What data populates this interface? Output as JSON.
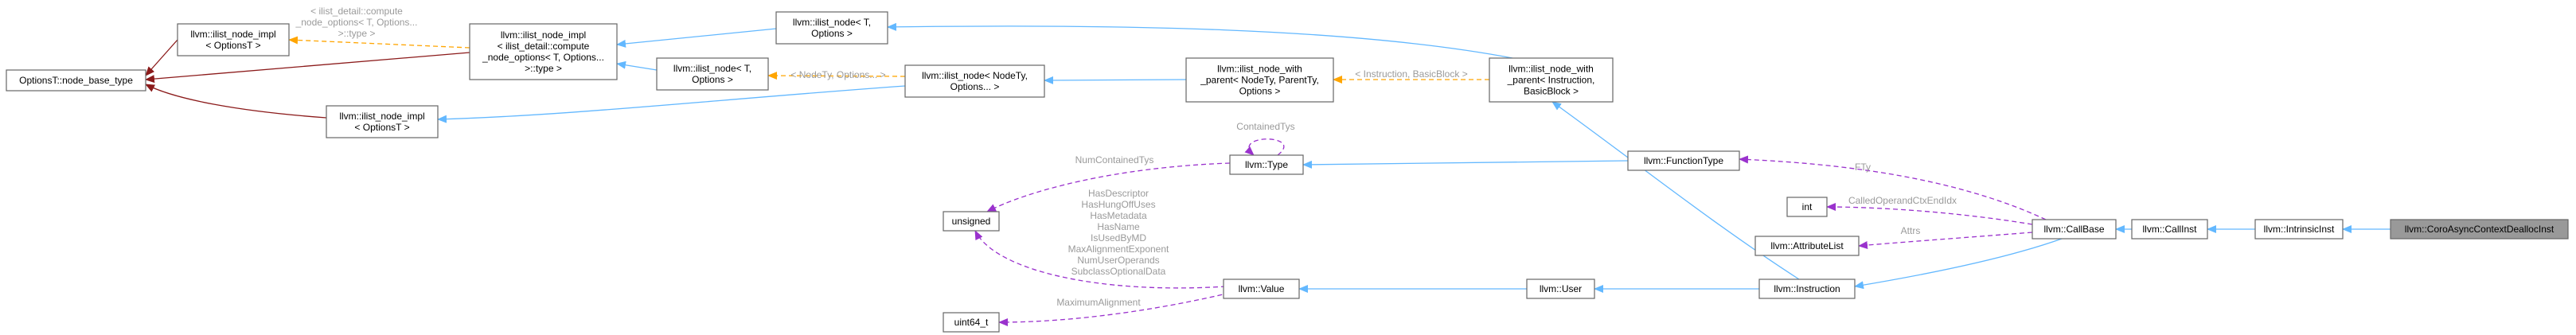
{
  "colors": {
    "inheritance": "#63b8ff",
    "private_inheritance": "#8b1a1a",
    "template": "#ffa500",
    "usage": "#9a32cd",
    "highlight_fill": "#999999"
  },
  "nodes": {
    "options_base": [
      "OptionsT::node_base_type"
    ],
    "ilist_impl_top": [
      "llvm::ilist_node_impl",
      "< OptionsT >"
    ],
    "ilist_impl_compute": [
      "llvm::ilist_node_impl",
      "< ilist_detail::compute",
      "_node_options< T, Options...",
      ">::type >"
    ],
    "ilist_impl_bottom": [
      "llvm::ilist_node_impl",
      "< OptionsT >"
    ],
    "ilist_node_top": [
      "llvm::ilist_node< T,",
      "Options >"
    ],
    "ilist_node_mid": [
      "llvm::ilist_node< T,",
      "Options >"
    ],
    "ilist_node_nodety": [
      "llvm::ilist_node< NodeTy,",
      "Options... >"
    ],
    "with_parent_generic": [
      "llvm::ilist_node_with",
      "_parent< NodeTy, ParentTy,",
      "Options >"
    ],
    "with_parent_inst": [
      "llvm::ilist_node_with",
      "_parent< Instruction,",
      "BasicBlock >"
    ],
    "type": [
      "llvm::Type"
    ],
    "unsigned": [
      "unsigned"
    ],
    "uint64": [
      "uint64_t"
    ],
    "value": [
      "llvm::Value"
    ],
    "user": [
      "llvm::User"
    ],
    "instruction": [
      "llvm::Instruction"
    ],
    "function_type": [
      "llvm::FunctionType"
    ],
    "int": [
      "int"
    ],
    "attribute_list": [
      "llvm::AttributeList"
    ],
    "call_base": [
      "llvm::CallBase"
    ],
    "call_inst": [
      "llvm::CallInst"
    ],
    "intrinsic_inst": [
      "llvm::IntrinsicInst"
    ],
    "coro_dealloc": [
      "llvm::CoroAsyncContextDeallocInst"
    ]
  },
  "edge_labels": {
    "compute_tmpl": [
      "< ilist_detail::compute",
      "_node_options< T, Options...",
      ">::type >"
    ],
    "nodety_tmpl": [
      "< NodeTy, Options... >"
    ],
    "inst_bb_tmpl": [
      "< Instruction, BasicBlock >"
    ],
    "contained": [
      "ContainedTys"
    ],
    "num_contained": [
      "NumContainedTys"
    ],
    "value_unsigned": [
      "HasDescriptor",
      "HasHungOffUses",
      "HasMetadata",
      "HasName",
      "IsUsedByMD",
      "MaxAlignmentExponent",
      "NumUserOperands",
      "SubclassOptionalData"
    ],
    "max_align": [
      "MaximumAlignment"
    ],
    "fty": [
      "FTy"
    ],
    "called_operand": [
      "CalledOperandCtxEndIdx"
    ],
    "attrs": [
      "Attrs"
    ]
  }
}
